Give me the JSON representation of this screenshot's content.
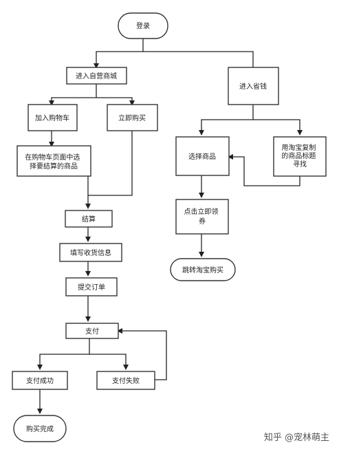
{
  "diagram": {
    "nodes": {
      "login": "登录",
      "enter_mall": "进入自营商城",
      "add_to_cart": "加入购物车",
      "buy_now": "立即购买",
      "select_in_cart": [
        "在购物车页面中选",
        "择要结算的商品"
      ],
      "checkout": "结算",
      "fill_shipping": "填写收货信息",
      "submit_order": "提交订单",
      "pay": "支付",
      "pay_success": "支付成功",
      "pay_fail": "支付失败",
      "purchase_done": "购买完成",
      "enter_save": "进入省钱",
      "select_goods": "选择商品",
      "taobao_copy": [
        "用淘宝复制",
        "的商品标题",
        "寻找"
      ],
      "click_coupon": [
        "点击立即领",
        "券"
      ],
      "jump_taobao": "跳转淘宝购买"
    }
  },
  "watermark": "知乎 @宠林萌主"
}
